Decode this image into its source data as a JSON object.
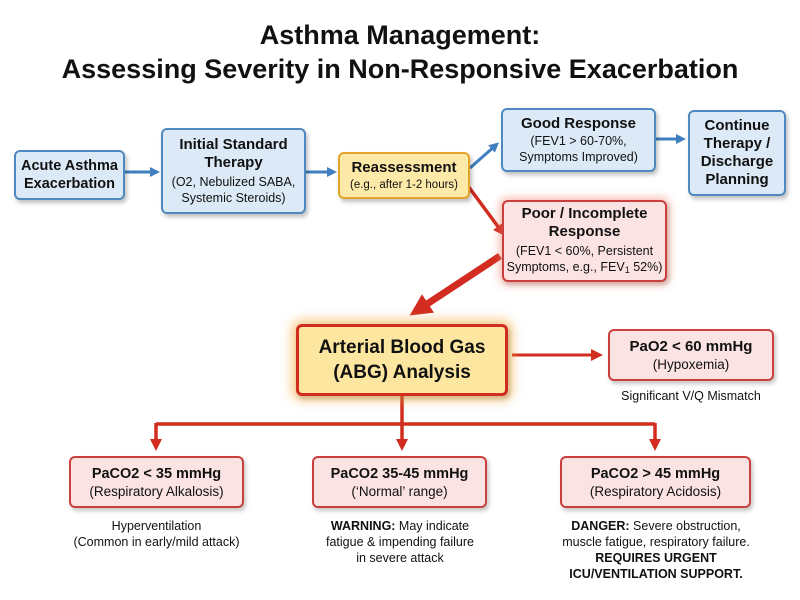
{
  "title": {
    "line1": "Asthma Management:",
    "line2": "Assessing Severity in Non-Responsive Exacerbation"
  },
  "nodes": {
    "acute": {
      "label": "Acute Asthma Exacerbation"
    },
    "initial": {
      "label": "Initial Standard Therapy",
      "detail": "(O2, Nebulized SABA, Systemic Steroids)"
    },
    "reassess": {
      "label": "Reassessment",
      "detail": "(e.g., after 1-2 hours)"
    },
    "good": {
      "label": "Good Response",
      "detail_line1": "(FEV1 > 60-70%,",
      "detail_line2": "Symptoms Improved)"
    },
    "continue": {
      "label": "Continue Therapy / Discharge Planning"
    },
    "poor": {
      "label": "Poor / Incomplete Response",
      "detail_line1": "(FEV1 < 60%, Persistent",
      "detail_line2_prefix": "Symptoms, e.g., FEV",
      "detail_line2_sub": "1",
      "detail_line2_suffix": " 52%)"
    },
    "abg": {
      "label_line1": "Arterial Blood Gas",
      "label_line2": "(ABG) Analysis"
    },
    "pao2": {
      "label": "PaO2 < 60 mmHg",
      "detail": "(Hypoxemia)",
      "note": "Significant V/Q Mismatch"
    },
    "low": {
      "label": "PaCO2 < 35 mmHg",
      "detail": "(Respiratory Alkalosis)"
    },
    "normal": {
      "label": "PaCO2 35-45 mmHg",
      "detail": "(‘Normal’ range)"
    },
    "high": {
      "label": "PaCO2 > 45 mmHg",
      "detail": "(Respiratory Acidosis)"
    }
  },
  "notes": {
    "low": {
      "line1": "Hyperventilation",
      "line2": "(Common in early/mild attack)"
    },
    "normal": {
      "bold": "WARNING:",
      "line1_rest": " May indicate",
      "line2": "fatigue & impending failure",
      "line3": "in severe attack"
    },
    "high": {
      "bold": "DANGER:",
      "line1_rest": " Severe obstruction,",
      "line2": "muscle fatigue, respiratory failure.",
      "line3": "REQUIRES URGENT",
      "line4": "ICU/VENTILATION SUPPORT."
    }
  },
  "colors": {
    "blue_arrow": "#3f7fbf",
    "red_arrow": "#d12c1f"
  }
}
